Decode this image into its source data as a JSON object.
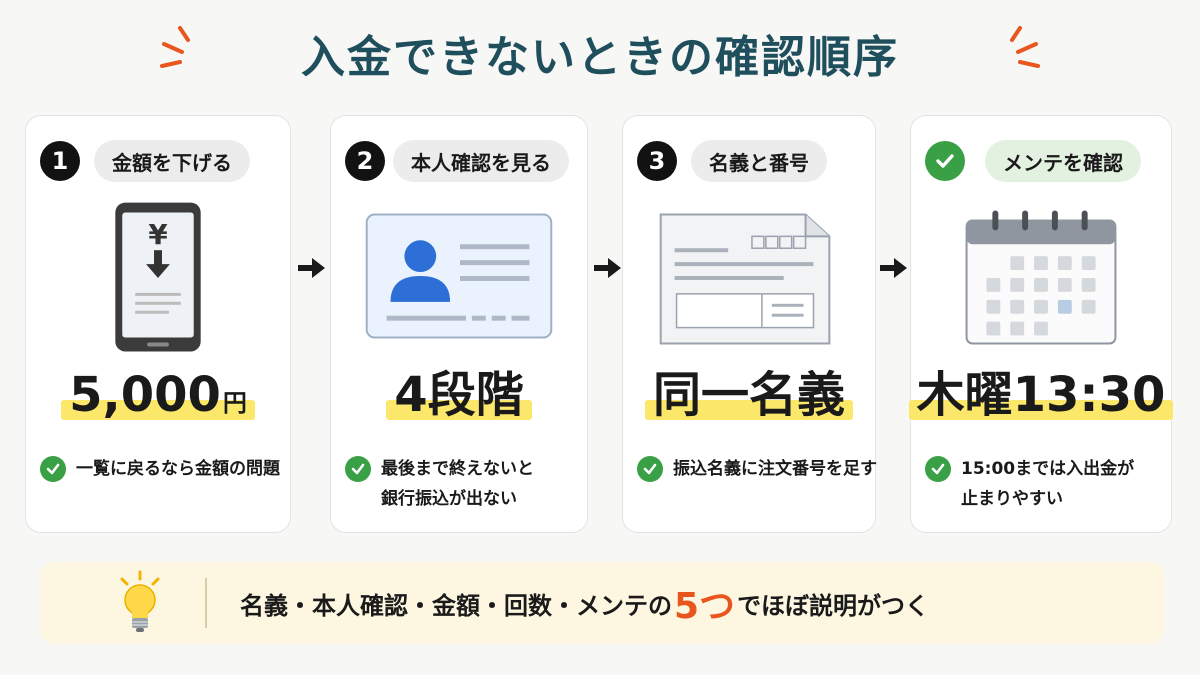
{
  "title": "入金できないときの確認順序",
  "colors": {
    "title": "#1f4f5c",
    "accent": "#e8561e",
    "check": "#3aa046",
    "highlight": "#fbe86a",
    "banner": "#fdf6e1"
  },
  "steps": [
    {
      "number": "1",
      "label": "金額を下げる",
      "icon": "phone-yen-down-icon",
      "big": "5,000",
      "unit": "円",
      "note": [
        "一覧に戻るなら金額の問題"
      ]
    },
    {
      "number": "2",
      "label": "本人確認を見る",
      "icon": "id-card-icon",
      "big": "4段階",
      "unit": "",
      "note": [
        "最後まで終えないと",
        "銀行振込が出ない"
      ]
    },
    {
      "number": "3",
      "label": "名義と番号",
      "icon": "transfer-form-icon",
      "big": "同一名義",
      "unit": "",
      "note": [
        "振込名義に注文番号を足す"
      ]
    },
    {
      "number": "",
      "label": "メンテを確認",
      "icon": "calendar-icon",
      "big": "木曜13:30",
      "unit": "",
      "note": [
        "15:00までは入出金が",
        "止まりやすい"
      ]
    }
  ],
  "banner": {
    "icon": "lightbulb-icon",
    "before": "名義・本人確認・金額・回数・メンテの",
    "highlight": "5つ",
    "after": "でほぼ説明がつく"
  }
}
